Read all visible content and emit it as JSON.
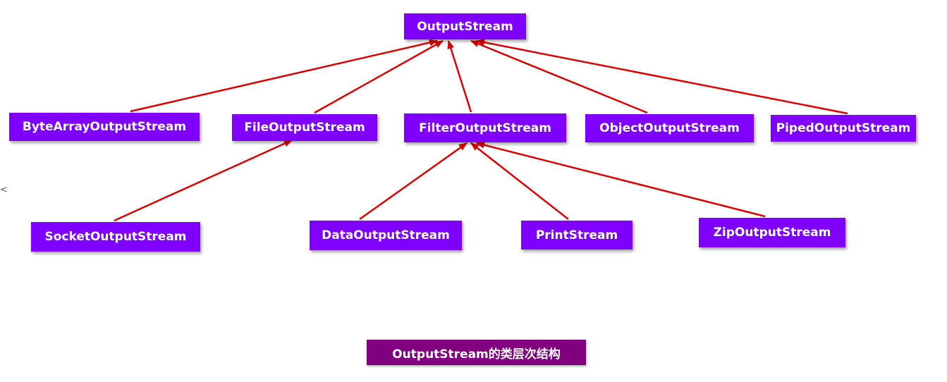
{
  "colors": {
    "node_fill": "#8000ff",
    "caption_fill": "#800080",
    "arrow": "#e00000",
    "text": "#ffffff"
  },
  "nodes": {
    "output_stream": "OutputStream",
    "byte_array": "ByteArrayOutputStream",
    "file": "FileOutputStream",
    "filter": "FilterOutputStream",
    "object": "ObjectOutputStream",
    "piped": "PipedOutputStream",
    "socket": "SocketOutputStream",
    "data": "DataOutputStream",
    "print": "PrintStream",
    "zip": "ZipOutputStream"
  },
  "edges": [
    {
      "from": "byte_array",
      "to": "output_stream"
    },
    {
      "from": "file",
      "to": "output_stream"
    },
    {
      "from": "filter",
      "to": "output_stream"
    },
    {
      "from": "object",
      "to": "output_stream"
    },
    {
      "from": "piped",
      "to": "output_stream"
    },
    {
      "from": "socket",
      "to": "file"
    },
    {
      "from": "data",
      "to": "filter"
    },
    {
      "from": "print",
      "to": "filter"
    },
    {
      "from": "zip",
      "to": "filter"
    }
  ],
  "caption": "OutputStream的类层次结构",
  "side_mark": "<"
}
